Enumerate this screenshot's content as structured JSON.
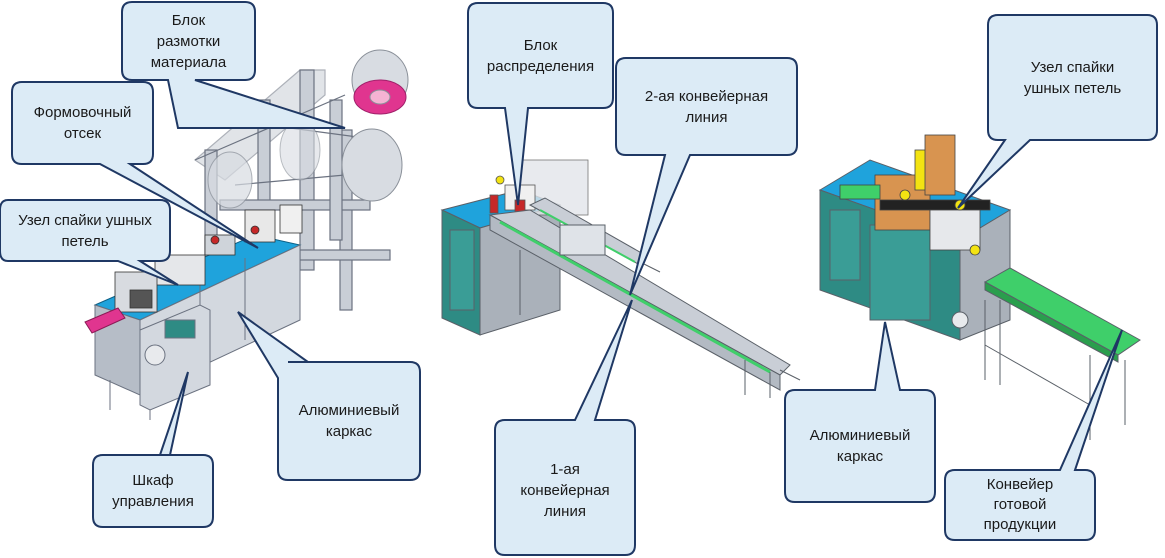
{
  "callouts": [
    {
      "id": "unwind",
      "text": "Блок\nразмотки\nматериала"
    },
    {
      "id": "forming",
      "text": "Формовочный\nотсек"
    },
    {
      "id": "earloop_left",
      "text": "Узел спайки ушных\nпетель"
    },
    {
      "id": "frame_left",
      "text": "Алюминиевый\nкаркас"
    },
    {
      "id": "cabinet",
      "text": "Шкаф\nуправления"
    },
    {
      "id": "distribution",
      "text": "Блок\nраспределения"
    },
    {
      "id": "conveyor2",
      "text": "2-ая конвейерная\nлиния"
    },
    {
      "id": "conveyor1",
      "text": "1-ая\nконвейерная\nлиния"
    },
    {
      "id": "earloop_right",
      "text": "Узел спайки\nушных петель"
    },
    {
      "id": "frame_right",
      "text": "Алюминиевый\nкаркас"
    },
    {
      "id": "finished_conveyor",
      "text": "Конвейер\nготовой\nпродукции"
    }
  ],
  "colors": {
    "callout_fill": "#dcebf6",
    "callout_stroke": "#1f3864",
    "table_top": "#1fa3dc",
    "cabinet_teal": "#2e8b84",
    "frame_grey": "#c9ced6",
    "conveyor_green": "#3fcf6a",
    "material_roll": "#d8dce2",
    "accent_magenta": "#e0358f",
    "accent_yellow": "#f3e312",
    "accent_orange": "#d89450"
  }
}
